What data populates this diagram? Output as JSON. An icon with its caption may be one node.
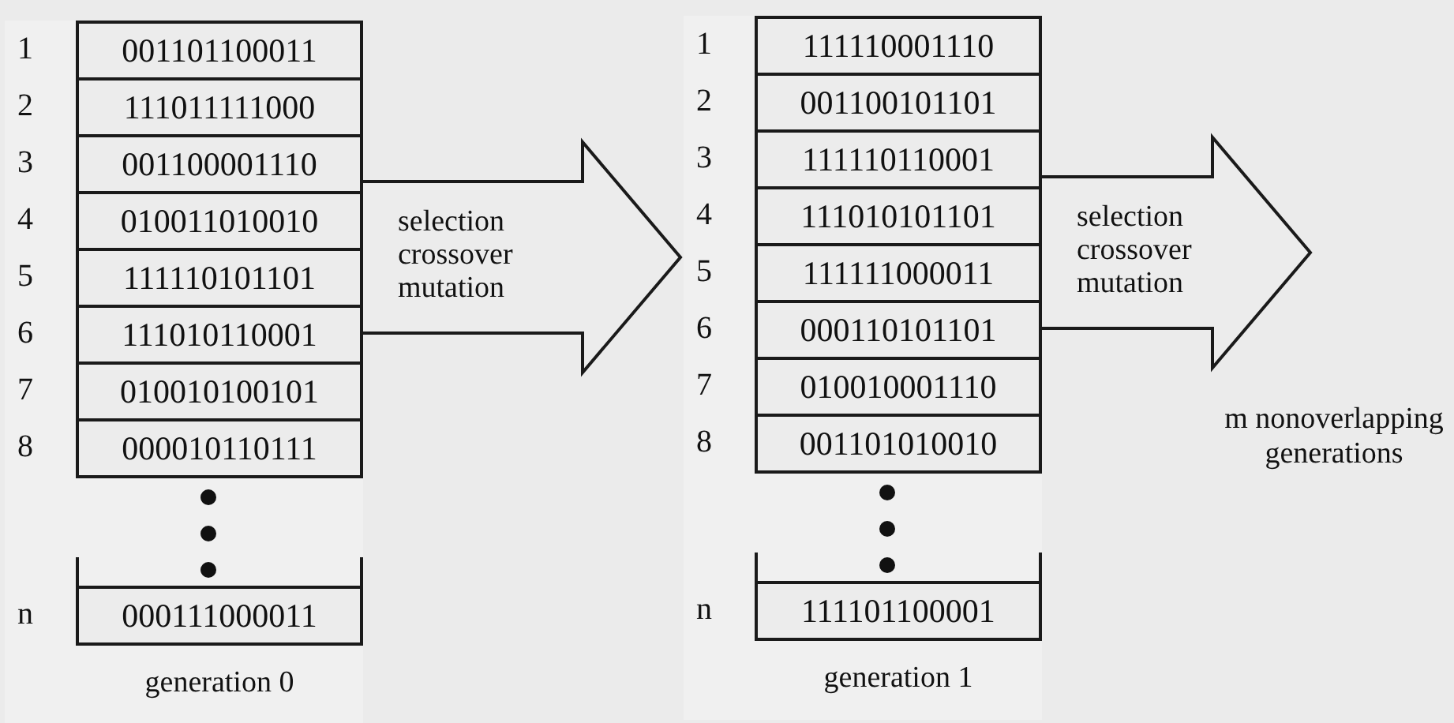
{
  "diagram": {
    "nodes": [
      {
        "text": [
          "generation 0"
        ]
      },
      {
        "text": [
          "001101100011"
        ],
        "beside": [
          "1"
        ],
        "in": 0
      },
      {
        "text": [
          "111011111000"
        ],
        "beside": [
          "2"
        ],
        "in": 0
      },
      {
        "text": [
          "001100001110"
        ],
        "beside": [
          "3"
        ],
        "in": 0
      },
      {
        "text": [
          "010011010010"
        ],
        "beside": [
          "4"
        ],
        "in": 0
      },
      {
        "text": [
          "111110101101"
        ],
        "beside": [
          "5"
        ],
        "in": 0
      },
      {
        "text": [
          "111010110001"
        ],
        "beside": [
          "6"
        ],
        "in": 0
      },
      {
        "text": [
          "010010100101"
        ],
        "beside": [
          "7"
        ],
        "in": 0
      },
      {
        "text": [
          "000010110111"
        ],
        "beside": [
          "8"
        ],
        "in": 0
      },
      {
        "text": [
          "000111000011"
        ],
        "beside": [
          "n"
        ],
        "in": 0
      },
      {
        "text": [
          "generation 1"
        ]
      },
      {
        "text": [
          "111110001110"
        ],
        "beside": [
          "1"
        ],
        "in": 10
      },
      {
        "text": [
          "001100101101"
        ],
        "beside": [
          "2"
        ],
        "in": 10
      },
      {
        "text": [
          "111110110001"
        ],
        "beside": [
          "3"
        ],
        "in": 10
      },
      {
        "text": [
          "111010101101"
        ],
        "beside": [
          "4"
        ],
        "in": 10
      },
      {
        "text": [
          "111111000011"
        ],
        "beside": [
          "5"
        ],
        "in": 10
      },
      {
        "text": [
          "000110101101"
        ],
        "beside": [
          "6"
        ],
        "in": 10
      },
      {
        "text": [
          "010010001110"
        ],
        "beside": [
          "7"
        ],
        "in": 10
      },
      {
        "text": [
          "001101010010"
        ],
        "beside": [
          "8"
        ],
        "in": 10
      },
      {
        "text": [
          "111101100001"
        ],
        "beside": [
          "n"
        ],
        "in": 10
      }
    ],
    "edges": [
      {
        "from": 0,
        "to": 10,
        "arrow": "to",
        "label": "selection crossover mutation"
      },
      {
        "from": 10,
        "to": null,
        "arrow": "to",
        "label": "selection crossover mutation"
      }
    ],
    "labels": [
      "m nonoverlapping generations"
    ]
  }
}
